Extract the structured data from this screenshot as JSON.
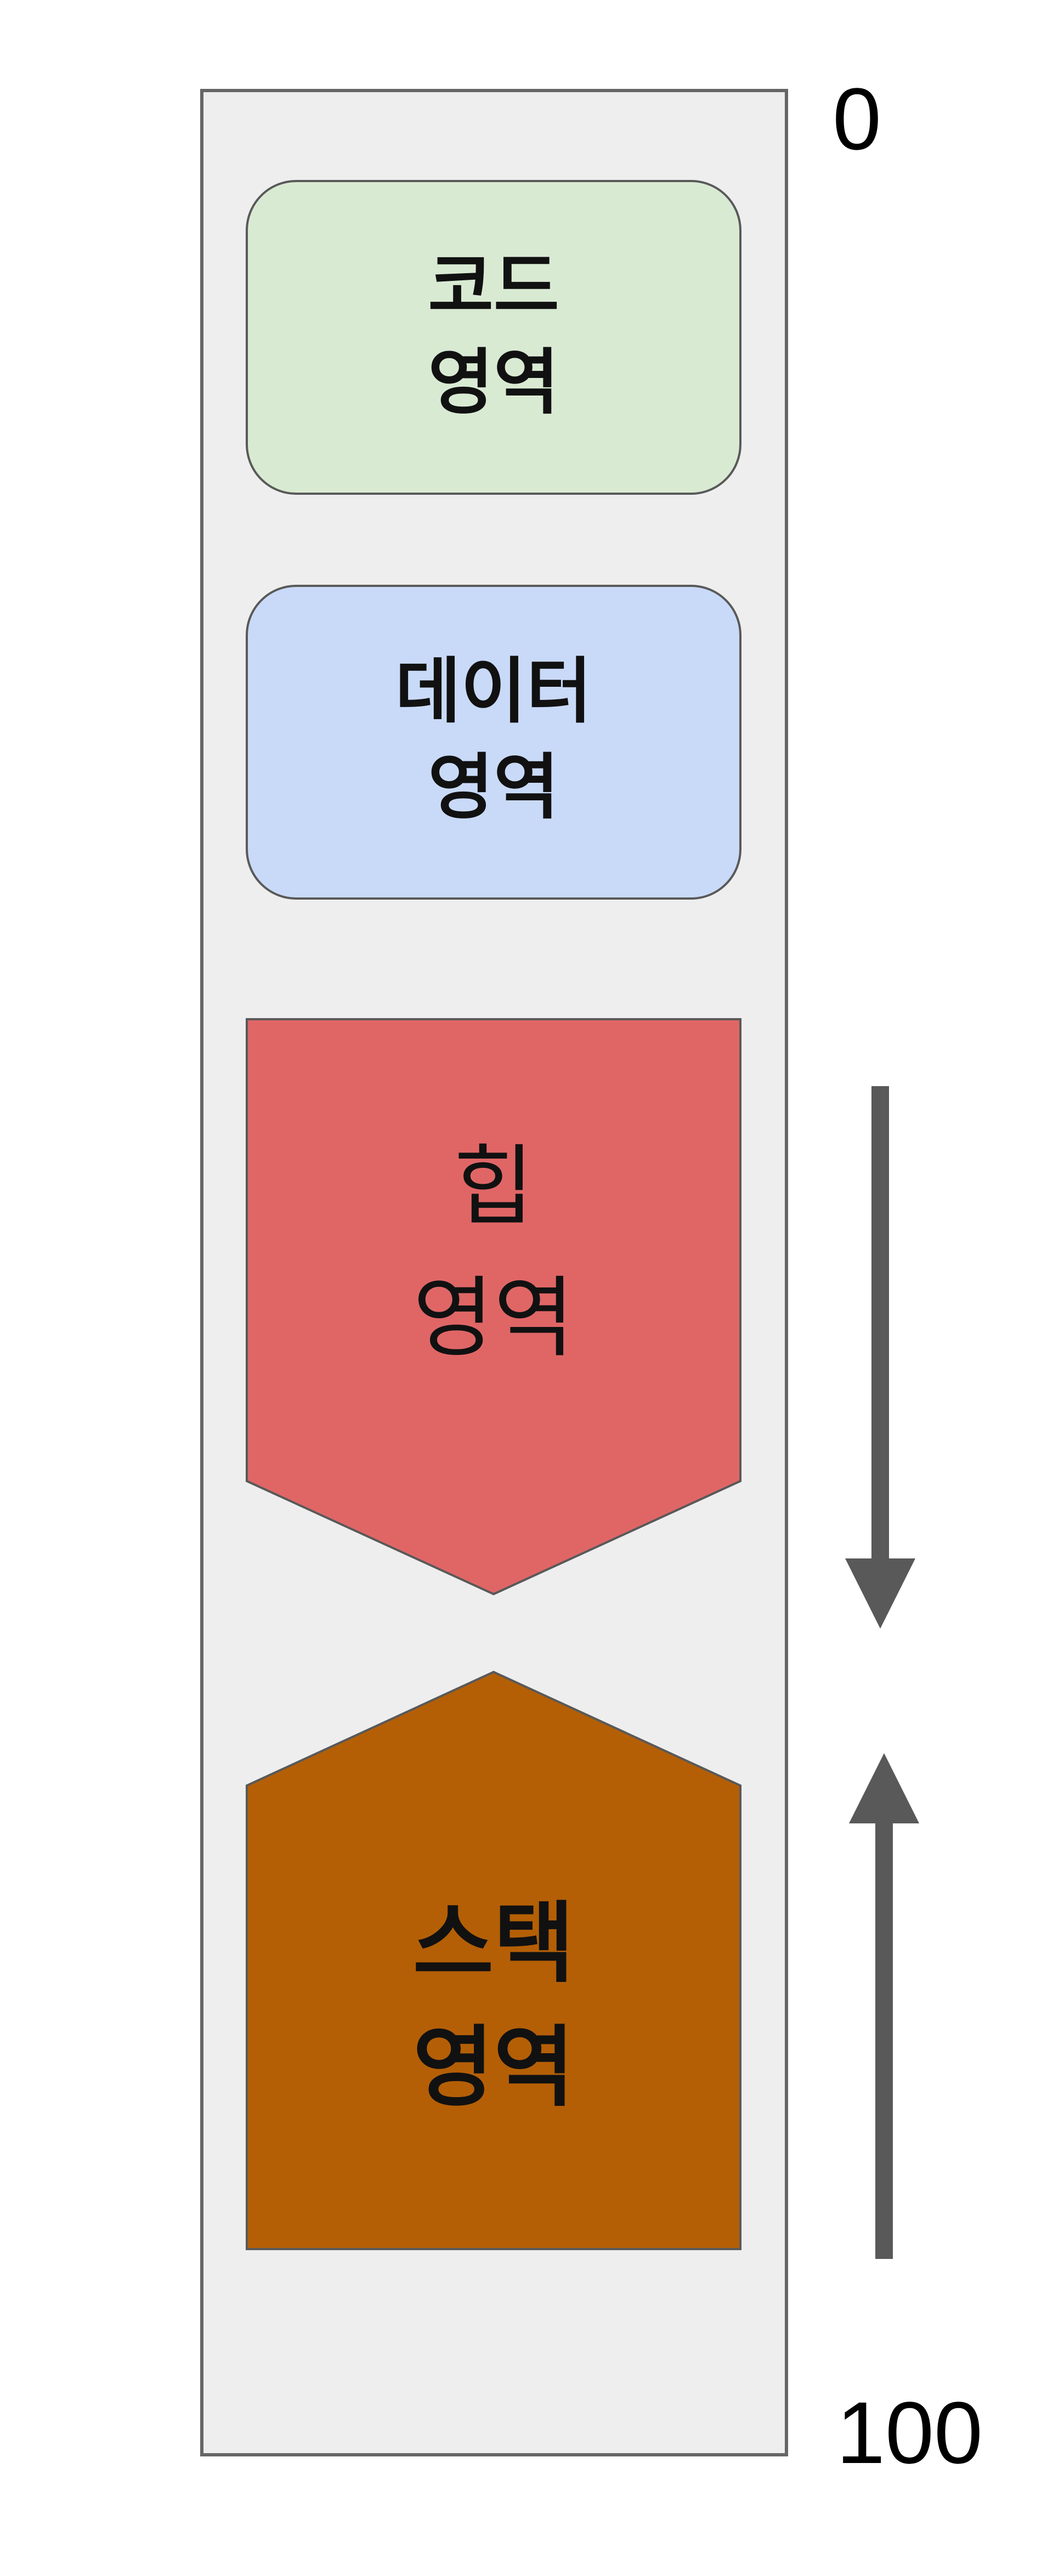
{
  "address_start": "0",
  "address_end": "100",
  "segments": [
    {
      "lines": [
        "코드",
        "영역"
      ],
      "fill": "#d9ead3",
      "shape": "rounded-rect",
      "bold": true
    },
    {
      "lines": [
        "데이터",
        "영역"
      ],
      "fill": "#c9daf8",
      "shape": "rounded-rect",
      "bold": true
    },
    {
      "lines": [
        "힙",
        "영역"
      ],
      "fill": "#e06666",
      "shape": "pentagon-down",
      "bold": false
    },
    {
      "lines": [
        "스택",
        "영역"
      ],
      "fill": "#b45f06",
      "shape": "pentagon-up",
      "bold": true
    }
  ],
  "colors": {
    "memory_background": "#eeeeee",
    "memory_border": "#666666",
    "shape_border": "#595959",
    "arrow": "#595959"
  },
  "arrows": [
    {
      "name": "heap-growth-arrow",
      "direction": "down"
    },
    {
      "name": "stack-growth-arrow",
      "direction": "up"
    }
  ]
}
